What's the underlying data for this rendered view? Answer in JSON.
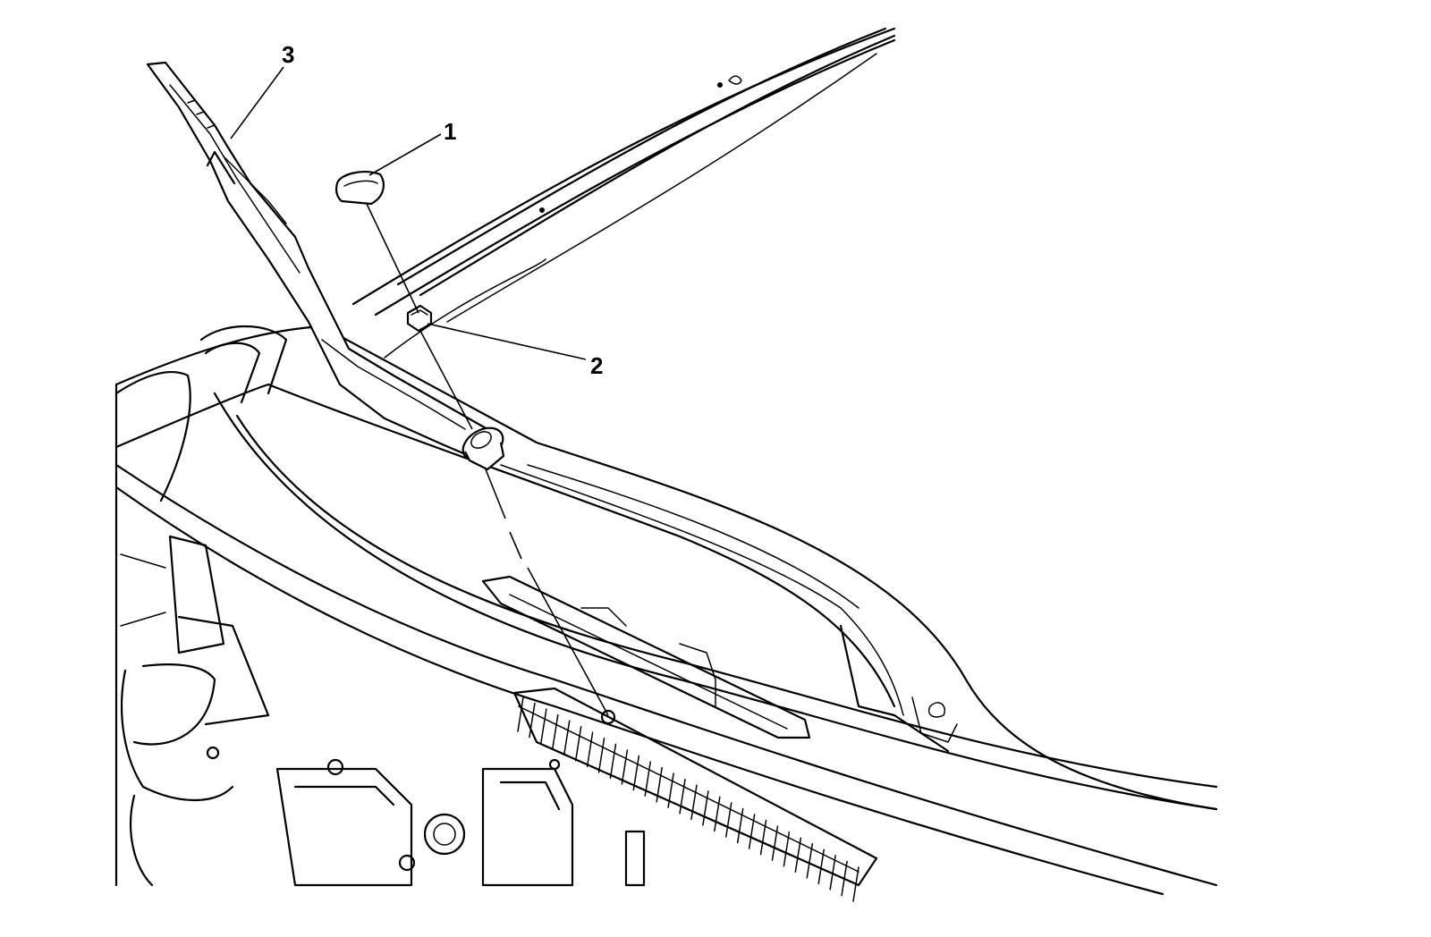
{
  "diagram": {
    "callouts": [
      {
        "id": "1",
        "label": "1",
        "part": "cap"
      },
      {
        "id": "2",
        "label": "2",
        "part": "nut"
      },
      {
        "id": "3",
        "label": "3",
        "part": "wiper-arm"
      }
    ],
    "colors": {
      "line": "#000000",
      "background": "#ffffff"
    }
  }
}
